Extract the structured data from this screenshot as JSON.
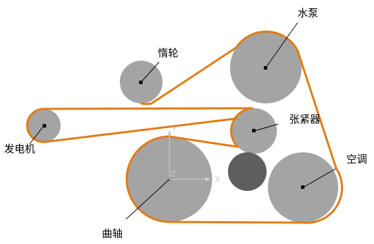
{
  "labels": {
    "water_pump": "水泵",
    "idler": "惰轮",
    "tensioner": "张紧器",
    "alternator": "发电机",
    "ac": "空调",
    "crankshaft": "曲轴"
  },
  "axis": {
    "x": "X",
    "y": "Y",
    "z": "Z"
  },
  "colors": {
    "belt": "#e07c14",
    "pulley": "#a4a4a4",
    "extra_pulley": "#5e5e5e"
  }
}
